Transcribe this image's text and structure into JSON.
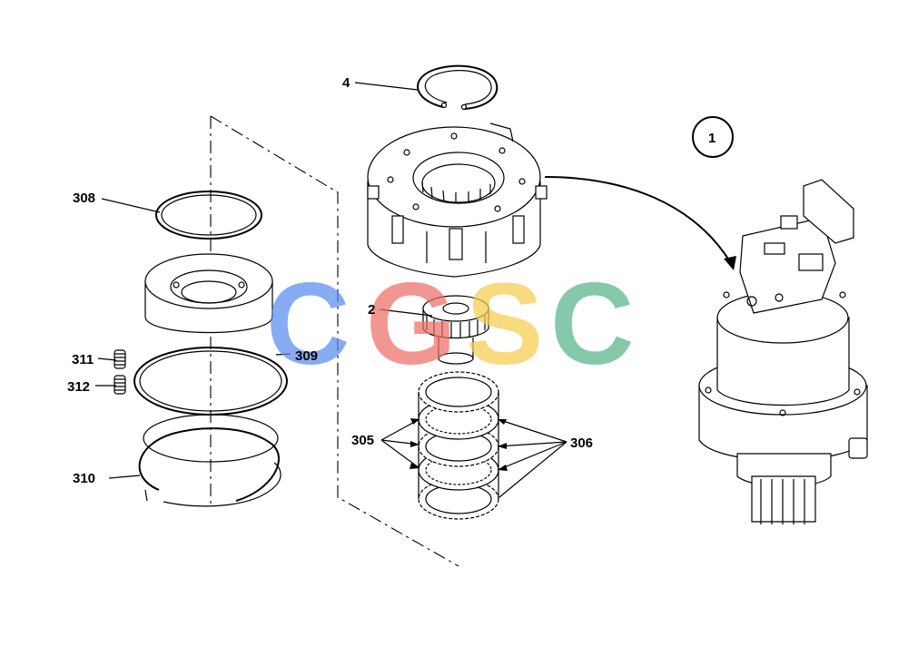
{
  "labels": {
    "assembly": "1",
    "gear": "2",
    "snap_ring": "4",
    "plate_305": "305",
    "plate_306": "306",
    "seal_308": "308",
    "oring_309": "309",
    "ring_310": "310",
    "spring_311": "311",
    "spring_312": "312"
  },
  "watermark": {
    "letters": [
      "C",
      "G",
      "S",
      "C"
    ],
    "colors": [
      "#5b8def",
      "#ee6e67",
      "#f6cd4f",
      "#57b58a"
    ]
  },
  "colors": {
    "line": "#000000",
    "background": "#ffffff",
    "label_309": "#1f3fbf"
  }
}
